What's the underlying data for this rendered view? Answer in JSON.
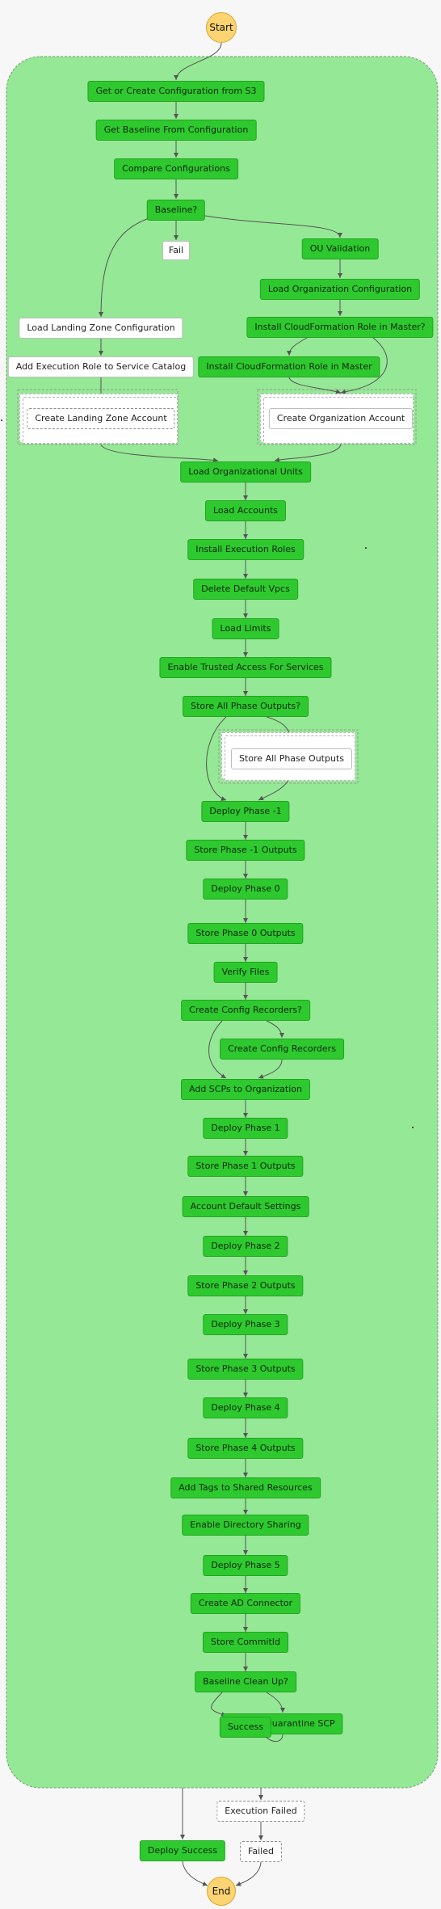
{
  "terminals": {
    "start": "Start",
    "end": "End"
  },
  "branches": {
    "fail": "Fail",
    "landing_zone": [
      "Load Landing Zone Configuration",
      "Add Execution Role to Service Catalog",
      "Create Landing Zone Account"
    ],
    "organization": [
      "OU Validation",
      "Load Organization Configuration",
      "Install CloudFormation Role in Master?",
      "Install CloudFormation Role in Master",
      "Create Organization Account"
    ]
  },
  "steps_head": [
    "Get or Create Configuration from S3",
    "Get Baseline From Configuration",
    "Compare Configurations",
    "Baseline?"
  ],
  "steps_main": [
    "Load Organizational Units",
    "Load Accounts",
    "Install Execution Roles",
    "Delete Default Vpcs",
    "Load Limits",
    "Enable Trusted Access For Services",
    "Store All Phase Outputs?",
    "Deploy Phase -1",
    "Store Phase -1 Outputs",
    "Deploy Phase 0",
    "Store Phase 0 Outputs",
    "Verify Files",
    "Create Config Recorders?",
    "Add SCPs to Organization",
    "Deploy Phase 1",
    "Store Phase 1 Outputs",
    "Account Default Settings",
    "Deploy Phase 2",
    "Store Phase 2 Outputs",
    "Deploy Phase 3",
    "Store Phase 3 Outputs",
    "Deploy Phase 4",
    "Store Phase 4 Outputs",
    "Add Tags to Shared Resources",
    "Enable Directory Sharing",
    "Deploy Phase 5",
    "Create AD Connector",
    "Store CommitId",
    "Baseline Clean Up?",
    "Success"
  ],
  "side_steps": {
    "store_all_phase_outputs": "Store All Phase Outputs",
    "create_config_recorders": "Create Config Recorders",
    "detach_quarantine_scp": "Detach Quarantine SCP"
  },
  "outcomes": {
    "deploy_success": "Deploy Success",
    "execution_failed": "Execution Failed",
    "failed": "Failed"
  },
  "colors": {
    "container_fill": "#95e895",
    "step_fill": "#2ec92e",
    "step_border": "#24a324",
    "terminal_fill": "#fcd471",
    "edge": "#555555"
  }
}
